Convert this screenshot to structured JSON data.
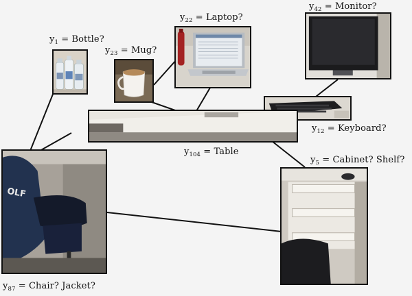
{
  "labels": [
    {
      "key": "bottle",
      "var": "y",
      "sub": "1",
      "text": "Bottle?"
    },
    {
      "key": "mug",
      "var": "y",
      "sub": "23",
      "text": "Mug?"
    },
    {
      "key": "laptop",
      "var": "y",
      "sub": "22",
      "text": "Laptop?"
    },
    {
      "key": "monitor",
      "var": "y",
      "sub": "42",
      "text": "Monitor?"
    },
    {
      "key": "keyboard",
      "var": "y",
      "sub": "12",
      "text": "Keyboard?"
    },
    {
      "key": "table",
      "var": "y",
      "sub": "104",
      "text": "Table"
    },
    {
      "key": "cabinet",
      "var": "y",
      "sub": "5",
      "text": "Cabinet? Shelf?"
    },
    {
      "key": "chair",
      "var": "y",
      "sub": "87",
      "text": "Chair? Jacket?"
    }
  ],
  "colors": {
    "line": "#111111",
    "box_border": "#111111",
    "background": "#f4f4f4"
  },
  "icons": [
    "bottle-photo",
    "mug-photo",
    "laptop-photo",
    "monitor-photo",
    "keyboard-photo",
    "table-photo",
    "cabinet-photo",
    "chair-photo"
  ]
}
